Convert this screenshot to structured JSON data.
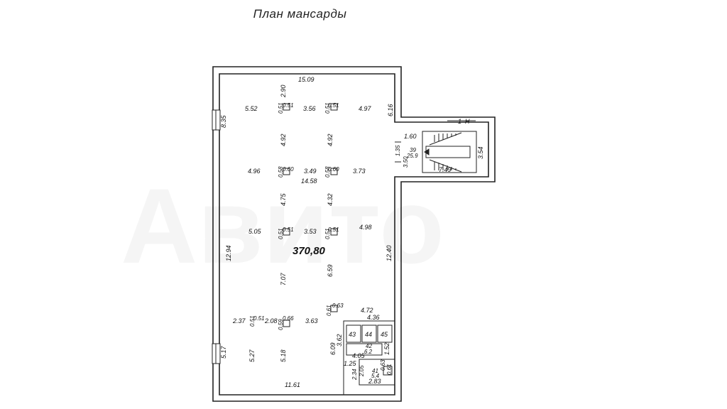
{
  "title": "План мансарды",
  "total_area": "370,80",
  "stair_section_label": "1–Н",
  "outer_dims": {
    "top": "15.09",
    "left": "12.94",
    "right": "12.40",
    "bottom": "11.61",
    "left_upper": "8.35",
    "left_lower": "5.17",
    "right_upper": "6.16",
    "inner_14_58": "14.58"
  },
  "room_dims": [
    "5.52",
    "2.90",
    "3.56",
    "4.97",
    "4.92",
    "4.92",
    "4.96",
    "3.49",
    "3.73",
    "4.75",
    "4.32",
    "5.05",
    "3.53",
    "4.98",
    "7.07",
    "6.59",
    "2.37",
    "2.08",
    "3.63",
    "5.27",
    "5.18",
    "4.72",
    "4.36",
    "6.09",
    "3.62",
    "1.52",
    "4.05",
    "1.25",
    "2.34",
    "2.05",
    "2.83"
  ],
  "column_dims": [
    "0.51",
    "0.51",
    "0.51",
    "0.51",
    "0.58",
    "0.60",
    "0.58",
    "0.60",
    "0.51",
    "0.51",
    "0.51",
    "0.51",
    "0.51",
    "0.51",
    "0.59",
    "0.66",
    "0.61",
    "0.63"
  ],
  "stair_dims": [
    "1.60",
    "1.35",
    "3.50",
    "39",
    "25.9",
    "7.49",
    "3.54"
  ],
  "small_rooms": [
    "43",
    "44",
    "45",
    "42",
    "6.2",
    "41",
    "5.4",
    "0.63",
    "0.61"
  ],
  "watermark": "Авито"
}
